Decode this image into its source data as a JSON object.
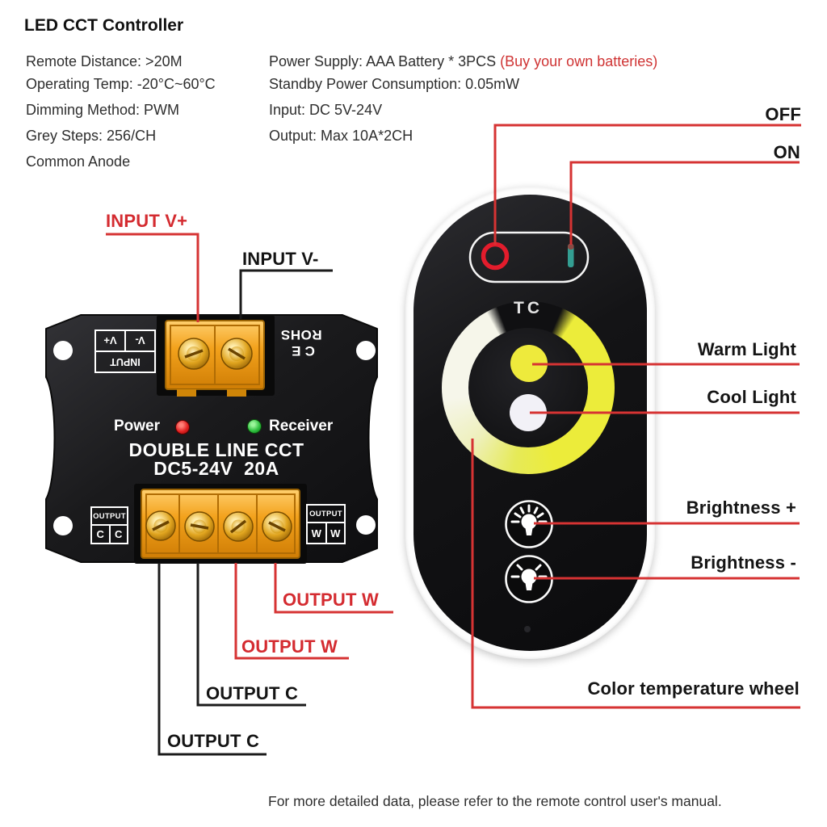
{
  "page": {
    "title": "LED CCT Controller",
    "footnote": "For more detailed data, please refer to the remote control user's manual."
  },
  "specs": {
    "left": [
      "Remote Distance: >20M",
      "Operating Temp: -20°C~60°C",
      "Dimming Method: PWM",
      "Grey Steps: 256/CH",
      "Common Anode"
    ],
    "right": [
      {
        "text": "Power Supply: AAA Battery * 3PCS ",
        "highlight": "(Buy your own batteries)"
      },
      {
        "text": "Standby Power Consumption: 0.05mW",
        "highlight": ""
      },
      {
        "text": "Input: DC 5V-24V",
        "highlight": ""
      },
      {
        "text": "Output: Max 10A*2CH",
        "highlight": ""
      }
    ]
  },
  "callouts": {
    "off": "OFF",
    "on": "ON",
    "input_vplus": "INPUT V+",
    "input_vminus": "INPUT V-",
    "warm": "Warm Light",
    "cool": "Cool Light",
    "brightness_plus": "Brightness +",
    "brightness_minus": "Brightness -",
    "wheel": "Color temperature wheel",
    "output_w1": "OUTPUT W",
    "output_w2": "OUTPUT W",
    "output_c1": "OUTPUT C",
    "output_c2": "OUTPUT C"
  },
  "controller": {
    "power_label": "Power",
    "receiver_label": "Receiver",
    "line1": "DOUBLE LINE CCT",
    "line2": "DC5-24V  20A",
    "input_table": {
      "label": "INPUT",
      "cells": [
        "V+",
        "V-"
      ]
    },
    "cert": {
      "rohs": "ROHS",
      "ce": "CE"
    },
    "output_left": {
      "label": "OUTPUT",
      "cells": [
        "C",
        "C"
      ]
    },
    "output_right": {
      "label": "OUTPUT",
      "cells": [
        "W",
        "W"
      ]
    }
  },
  "remote": {
    "logo": "TC"
  },
  "colors": {
    "callout_red": "#d63333",
    "label_red": "#d42b30",
    "highlight_red": "#cf3333",
    "ring_yellow": "#ecec3a",
    "ring_white": "#f6f6ea",
    "warm_yellow": "#eeea3c",
    "cool_white": "#f2f1f7",
    "on_teal": "#339e92",
    "off_red_ring": "#e31c2c",
    "terminal_orange": "#f3a21c",
    "led_red": "#e02020",
    "led_green": "#2fbf3f",
    "device_black": "#141416"
  }
}
